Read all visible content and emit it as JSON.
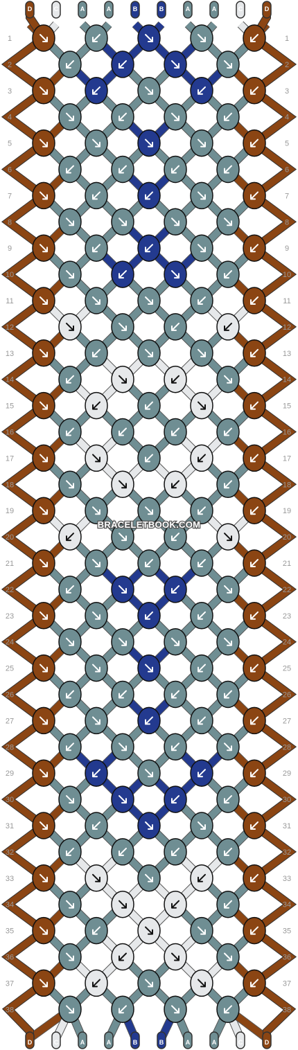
{
  "watermark": "BRACELETBOOK.COM",
  "colors": {
    "D": "#8b4513",
    "C": "#e6e8ea",
    "A": "#6f8e93",
    "B": "#233a8f"
  },
  "strands_top": [
    "D",
    "C",
    "A",
    "A",
    "B",
    "B",
    "A",
    "A",
    "C",
    "D"
  ],
  "strands_bottom": [
    "D",
    "C",
    "A",
    "A",
    "B",
    "B",
    "A",
    "A",
    "C",
    "D"
  ],
  "rows": [
    {
      "label": "1",
      "knots": [
        [
          "D",
          "br"
        ],
        [
          "A",
          "bl"
        ],
        [
          "B",
          "br"
        ],
        [
          "A",
          "br"
        ],
        [
          "D",
          "bl"
        ]
      ]
    },
    {
      "label": "2",
      "knots": [
        [
          "A",
          "bl"
        ],
        [
          "B",
          "bl"
        ],
        [
          "B",
          "br"
        ],
        [
          "A",
          "br"
        ]
      ]
    },
    {
      "label": "3",
      "knots": [
        [
          "D",
          "br"
        ],
        [
          "B",
          "bl"
        ],
        [
          "A",
          "br"
        ],
        [
          "B",
          "bl"
        ],
        [
          "D",
          "bl"
        ]
      ]
    },
    {
      "label": "4",
      "knots": [
        [
          "A",
          "br"
        ],
        [
          "A",
          "bl"
        ],
        [
          "A",
          "br"
        ],
        [
          "A",
          "bl"
        ]
      ]
    },
    {
      "label": "5",
      "knots": [
        [
          "D",
          "br"
        ],
        [
          "A",
          "br"
        ],
        [
          "B",
          "br"
        ],
        [
          "A",
          "br"
        ],
        [
          "D",
          "bl"
        ]
      ]
    },
    {
      "label": "6",
      "knots": [
        [
          "A",
          "bl"
        ],
        [
          "A",
          "bl"
        ],
        [
          "A",
          "bl"
        ],
        [
          "A",
          "bl"
        ]
      ]
    },
    {
      "label": "7",
      "knots": [
        [
          "D",
          "br"
        ],
        [
          "A",
          "bl"
        ],
        [
          "B",
          "bl"
        ],
        [
          "A",
          "br"
        ],
        [
          "D",
          "bl"
        ]
      ]
    },
    {
      "label": "8",
      "knots": [
        [
          "A",
          "br"
        ],
        [
          "A",
          "br"
        ],
        [
          "A",
          "br"
        ],
        [
          "A",
          "br"
        ]
      ]
    },
    {
      "label": "9",
      "knots": [
        [
          "D",
          "br"
        ],
        [
          "A",
          "bl"
        ],
        [
          "B",
          "bl"
        ],
        [
          "A",
          "br"
        ],
        [
          "D",
          "bl"
        ]
      ]
    },
    {
      "label": "10",
      "knots": [
        [
          "A",
          "br"
        ],
        [
          "B",
          "bl"
        ],
        [
          "B",
          "br"
        ],
        [
          "A",
          "bl"
        ]
      ]
    },
    {
      "label": "11",
      "knots": [
        [
          "D",
          "br"
        ],
        [
          "A",
          "br"
        ],
        [
          "A",
          "br"
        ],
        [
          "A",
          "bl"
        ],
        [
          "D",
          "bl"
        ]
      ]
    },
    {
      "label": "12",
      "knots": [
        [
          "C",
          "br"
        ],
        [
          "A",
          "br"
        ],
        [
          "A",
          "bl"
        ],
        [
          "C",
          "bl"
        ]
      ]
    },
    {
      "label": "13",
      "knots": [
        [
          "D",
          "br"
        ],
        [
          "A",
          "bl"
        ],
        [
          "A",
          "br"
        ],
        [
          "A",
          "br"
        ],
        [
          "D",
          "bl"
        ]
      ]
    },
    {
      "label": "14",
      "knots": [
        [
          "A",
          "bl"
        ],
        [
          "C",
          "br"
        ],
        [
          "C",
          "bl"
        ],
        [
          "A",
          "br"
        ]
      ]
    },
    {
      "label": "15",
      "knots": [
        [
          "D",
          "br"
        ],
        [
          "C",
          "bl"
        ],
        [
          "A",
          "bl"
        ],
        [
          "C",
          "br"
        ],
        [
          "D",
          "bl"
        ]
      ]
    },
    {
      "label": "16",
      "knots": [
        [
          "A",
          "bl"
        ],
        [
          "A",
          "bl"
        ],
        [
          "A",
          "bl"
        ],
        [
          "A",
          "bl"
        ]
      ]
    },
    {
      "label": "17",
      "knots": [
        [
          "D",
          "br"
        ],
        [
          "C",
          "br"
        ],
        [
          "A",
          "bl"
        ],
        [
          "C",
          "bl"
        ],
        [
          "D",
          "bl"
        ]
      ]
    },
    {
      "label": "18",
      "knots": [
        [
          "A",
          "br"
        ],
        [
          "C",
          "br"
        ],
        [
          "C",
          "bl"
        ],
        [
          "A",
          "bl"
        ]
      ]
    },
    {
      "label": "19",
      "knots": [
        [
          "D",
          "br"
        ],
        [
          "A",
          "br"
        ],
        [
          "A",
          "br"
        ],
        [
          "A",
          "bl"
        ],
        [
          "D",
          "bl"
        ]
      ]
    },
    {
      "label": "20",
      "knots": [
        [
          "C",
          "bl"
        ],
        [
          "A",
          "br"
        ],
        [
          "A",
          "bl"
        ],
        [
          "C",
          "br"
        ]
      ]
    },
    {
      "label": "21",
      "knots": [
        [
          "D",
          "br"
        ],
        [
          "A",
          "br"
        ],
        [
          "A",
          "bl"
        ],
        [
          "A",
          "bl"
        ],
        [
          "D",
          "bl"
        ]
      ]
    },
    {
      "label": "22",
      "knots": [
        [
          "A",
          "bl"
        ],
        [
          "B",
          "br"
        ],
        [
          "B",
          "bl"
        ],
        [
          "A",
          "br"
        ]
      ]
    },
    {
      "label": "23",
      "knots": [
        [
          "D",
          "br"
        ],
        [
          "A",
          "br"
        ],
        [
          "B",
          "bl"
        ],
        [
          "A",
          "bl"
        ],
        [
          "D",
          "bl"
        ]
      ]
    },
    {
      "label": "24",
      "knots": [
        [
          "A",
          "br"
        ],
        [
          "A",
          "br"
        ],
        [
          "A",
          "br"
        ],
        [
          "A",
          "br"
        ]
      ]
    },
    {
      "label": "25",
      "knots": [
        [
          "D",
          "br"
        ],
        [
          "A",
          "br"
        ],
        [
          "B",
          "br"
        ],
        [
          "A",
          "bl"
        ],
        [
          "D",
          "bl"
        ]
      ]
    },
    {
      "label": "26",
      "knots": [
        [
          "A",
          "bl"
        ],
        [
          "A",
          "bl"
        ],
        [
          "A",
          "bl"
        ],
        [
          "A",
          "bl"
        ]
      ]
    },
    {
      "label": "27",
      "knots": [
        [
          "D",
          "br"
        ],
        [
          "A",
          "br"
        ],
        [
          "B",
          "bl"
        ],
        [
          "A",
          "bl"
        ],
        [
          "D",
          "bl"
        ]
      ]
    },
    {
      "label": "28",
      "knots": [
        [
          "A",
          "bl"
        ],
        [
          "A",
          "br"
        ],
        [
          "A",
          "bl"
        ],
        [
          "A",
          "br"
        ]
      ]
    },
    {
      "label": "29",
      "knots": [
        [
          "D",
          "br"
        ],
        [
          "B",
          "bl"
        ],
        [
          "A",
          "br"
        ],
        [
          "B",
          "bl"
        ],
        [
          "D",
          "bl"
        ]
      ]
    },
    {
      "label": "30",
      "knots": [
        [
          "A",
          "br"
        ],
        [
          "B",
          "br"
        ],
        [
          "B",
          "bl"
        ],
        [
          "A",
          "bl"
        ]
      ]
    },
    {
      "label": "31",
      "knots": [
        [
          "D",
          "br"
        ],
        [
          "A",
          "bl"
        ],
        [
          "B",
          "br"
        ],
        [
          "A",
          "br"
        ],
        [
          "D",
          "bl"
        ]
      ]
    },
    {
      "label": "32",
      "knots": [
        [
          "A",
          "bl"
        ],
        [
          "A",
          "bl"
        ],
        [
          "A",
          "bl"
        ],
        [
          "A",
          "bl"
        ]
      ]
    },
    {
      "label": "33",
      "knots": [
        [
          "D",
          "br"
        ],
        [
          "C",
          "br"
        ],
        [
          "A",
          "br"
        ],
        [
          "C",
          "bl"
        ],
        [
          "D",
          "bl"
        ]
      ]
    },
    {
      "label": "34",
      "knots": [
        [
          "A",
          "br"
        ],
        [
          "C",
          "br"
        ],
        [
          "C",
          "bl"
        ],
        [
          "A",
          "bl"
        ]
      ]
    },
    {
      "label": "35",
      "knots": [
        [
          "D",
          "br"
        ],
        [
          "A",
          "bl"
        ],
        [
          "C",
          "br"
        ],
        [
          "A",
          "br"
        ],
        [
          "D",
          "bl"
        ]
      ]
    },
    {
      "label": "36",
      "knots": [
        [
          "A",
          "br"
        ],
        [
          "C",
          "bl"
        ],
        [
          "C",
          "br"
        ],
        [
          "A",
          "br"
        ]
      ]
    },
    {
      "label": "37",
      "knots": [
        [
          "D",
          "br"
        ],
        [
          "C",
          "bl"
        ],
        [
          "A",
          "br"
        ],
        [
          "C",
          "br"
        ],
        [
          "D",
          "bl"
        ]
      ]
    },
    {
      "label": "38",
      "knots": [
        [
          "A",
          "br"
        ],
        [
          "A",
          "bl"
        ],
        [
          "A",
          "br"
        ],
        [
          "A",
          "bl"
        ]
      ]
    }
  ]
}
